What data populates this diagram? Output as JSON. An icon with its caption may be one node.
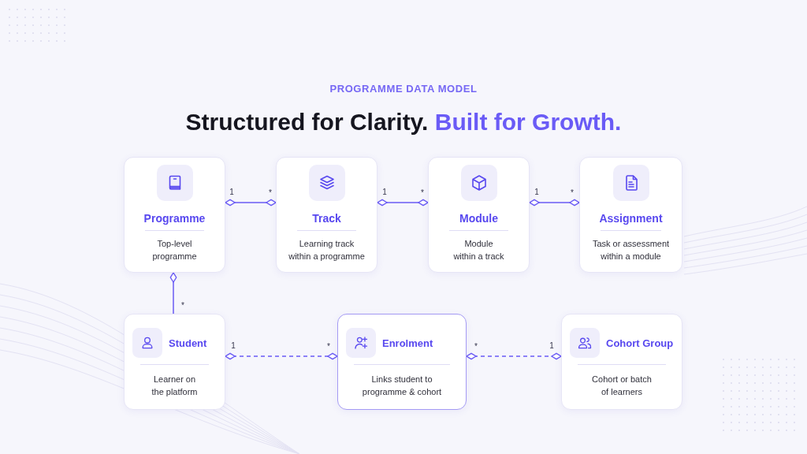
{
  "diagram": {
    "title": "Structured for Clarity. **Built for Growth.**",
    "nodes": [
      {
        "text": [
          "Programme",
          "Top-level programme"
        ]
      },
      {
        "text": [
          "Track",
          "Learning track within a programme"
        ]
      },
      {
        "text": [
          "Module",
          "Module within a track"
        ]
      },
      {
        "text": [
          "Assignment",
          "Task or assessment within a module"
        ]
      },
      {
        "text": [
          "Student",
          "Learner on the platform"
        ]
      },
      {
        "text": [
          "Enrolment",
          "Links student to programme & cohort"
        ]
      },
      {
        "text": [
          "Cohort Group",
          "Cohort or batch of learners"
        ]
      }
    ],
    "edges": [
      {
        "from": 0,
        "to": 1,
        "arrow": "other"
      },
      {
        "from": 1,
        "to": 2,
        "arrow": "other"
      },
      {
        "from": 2,
        "to": 3,
        "arrow": "other"
      },
      {
        "from": 0,
        "to": 4,
        "arrow": "other"
      },
      {
        "from": 4,
        "to": 5,
        "arrow": "other",
        "style": "dashed"
      },
      {
        "from": 5,
        "to": 6,
        "arrow": "other",
        "style": "dashed"
      }
    ],
    "labels": [
      "PROGRAMME DATA MODEL",
      "1",
      "*",
      "1",
      "*",
      "1",
      "*",
      "*",
      "1",
      "*",
      "*",
      "1"
    ]
  }
}
